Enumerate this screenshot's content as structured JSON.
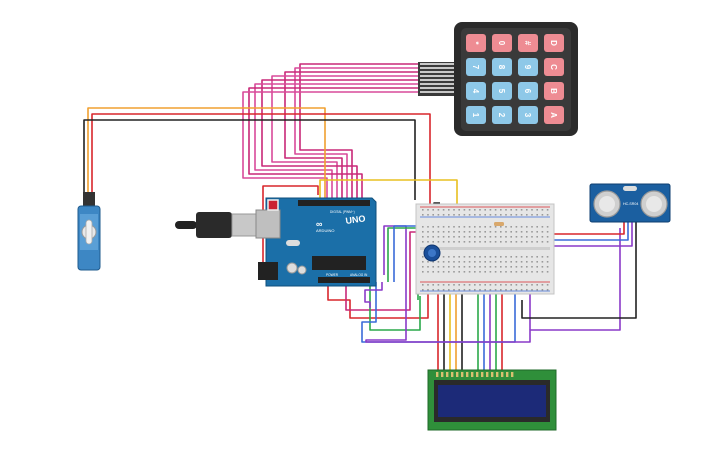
{
  "keypad": {
    "keys": [
      [
        "*",
        "7",
        "4",
        "1"
      ],
      [
        "0",
        "8",
        "5",
        "2"
      ],
      [
        "#",
        "9",
        "6",
        "3"
      ],
      [
        "D",
        "C",
        "B",
        "A"
      ]
    ],
    "key_colors": {
      "red": "#ee8c93",
      "blue": "#8ec8e8"
    }
  },
  "arduino": {
    "brand": "UNO",
    "model_label": "ARDUINO",
    "digital_label": "DIGITAL (PWM~)",
    "power_label": "POWER",
    "analog_label": "ANALOG IN",
    "board_color": "#1b6fa8"
  },
  "ultrasonic": {
    "label": "HC-SR04"
  },
  "lcd": {
    "screen_color": "#1c2a78",
    "pcb_color": "#2f8f3a"
  },
  "colors": {
    "wire_red": "#d8262c",
    "wire_orange": "#f0a030",
    "wire_yellow": "#e8c020",
    "wire_magenta": "#c82878",
    "wire_pink": "#d84a9a",
    "wire_black": "#222222",
    "wire_green": "#2aa84a",
    "wire_blue": "#3a6bd8",
    "wire_purple": "#8a3ac8",
    "wire_grey": "#888888"
  }
}
